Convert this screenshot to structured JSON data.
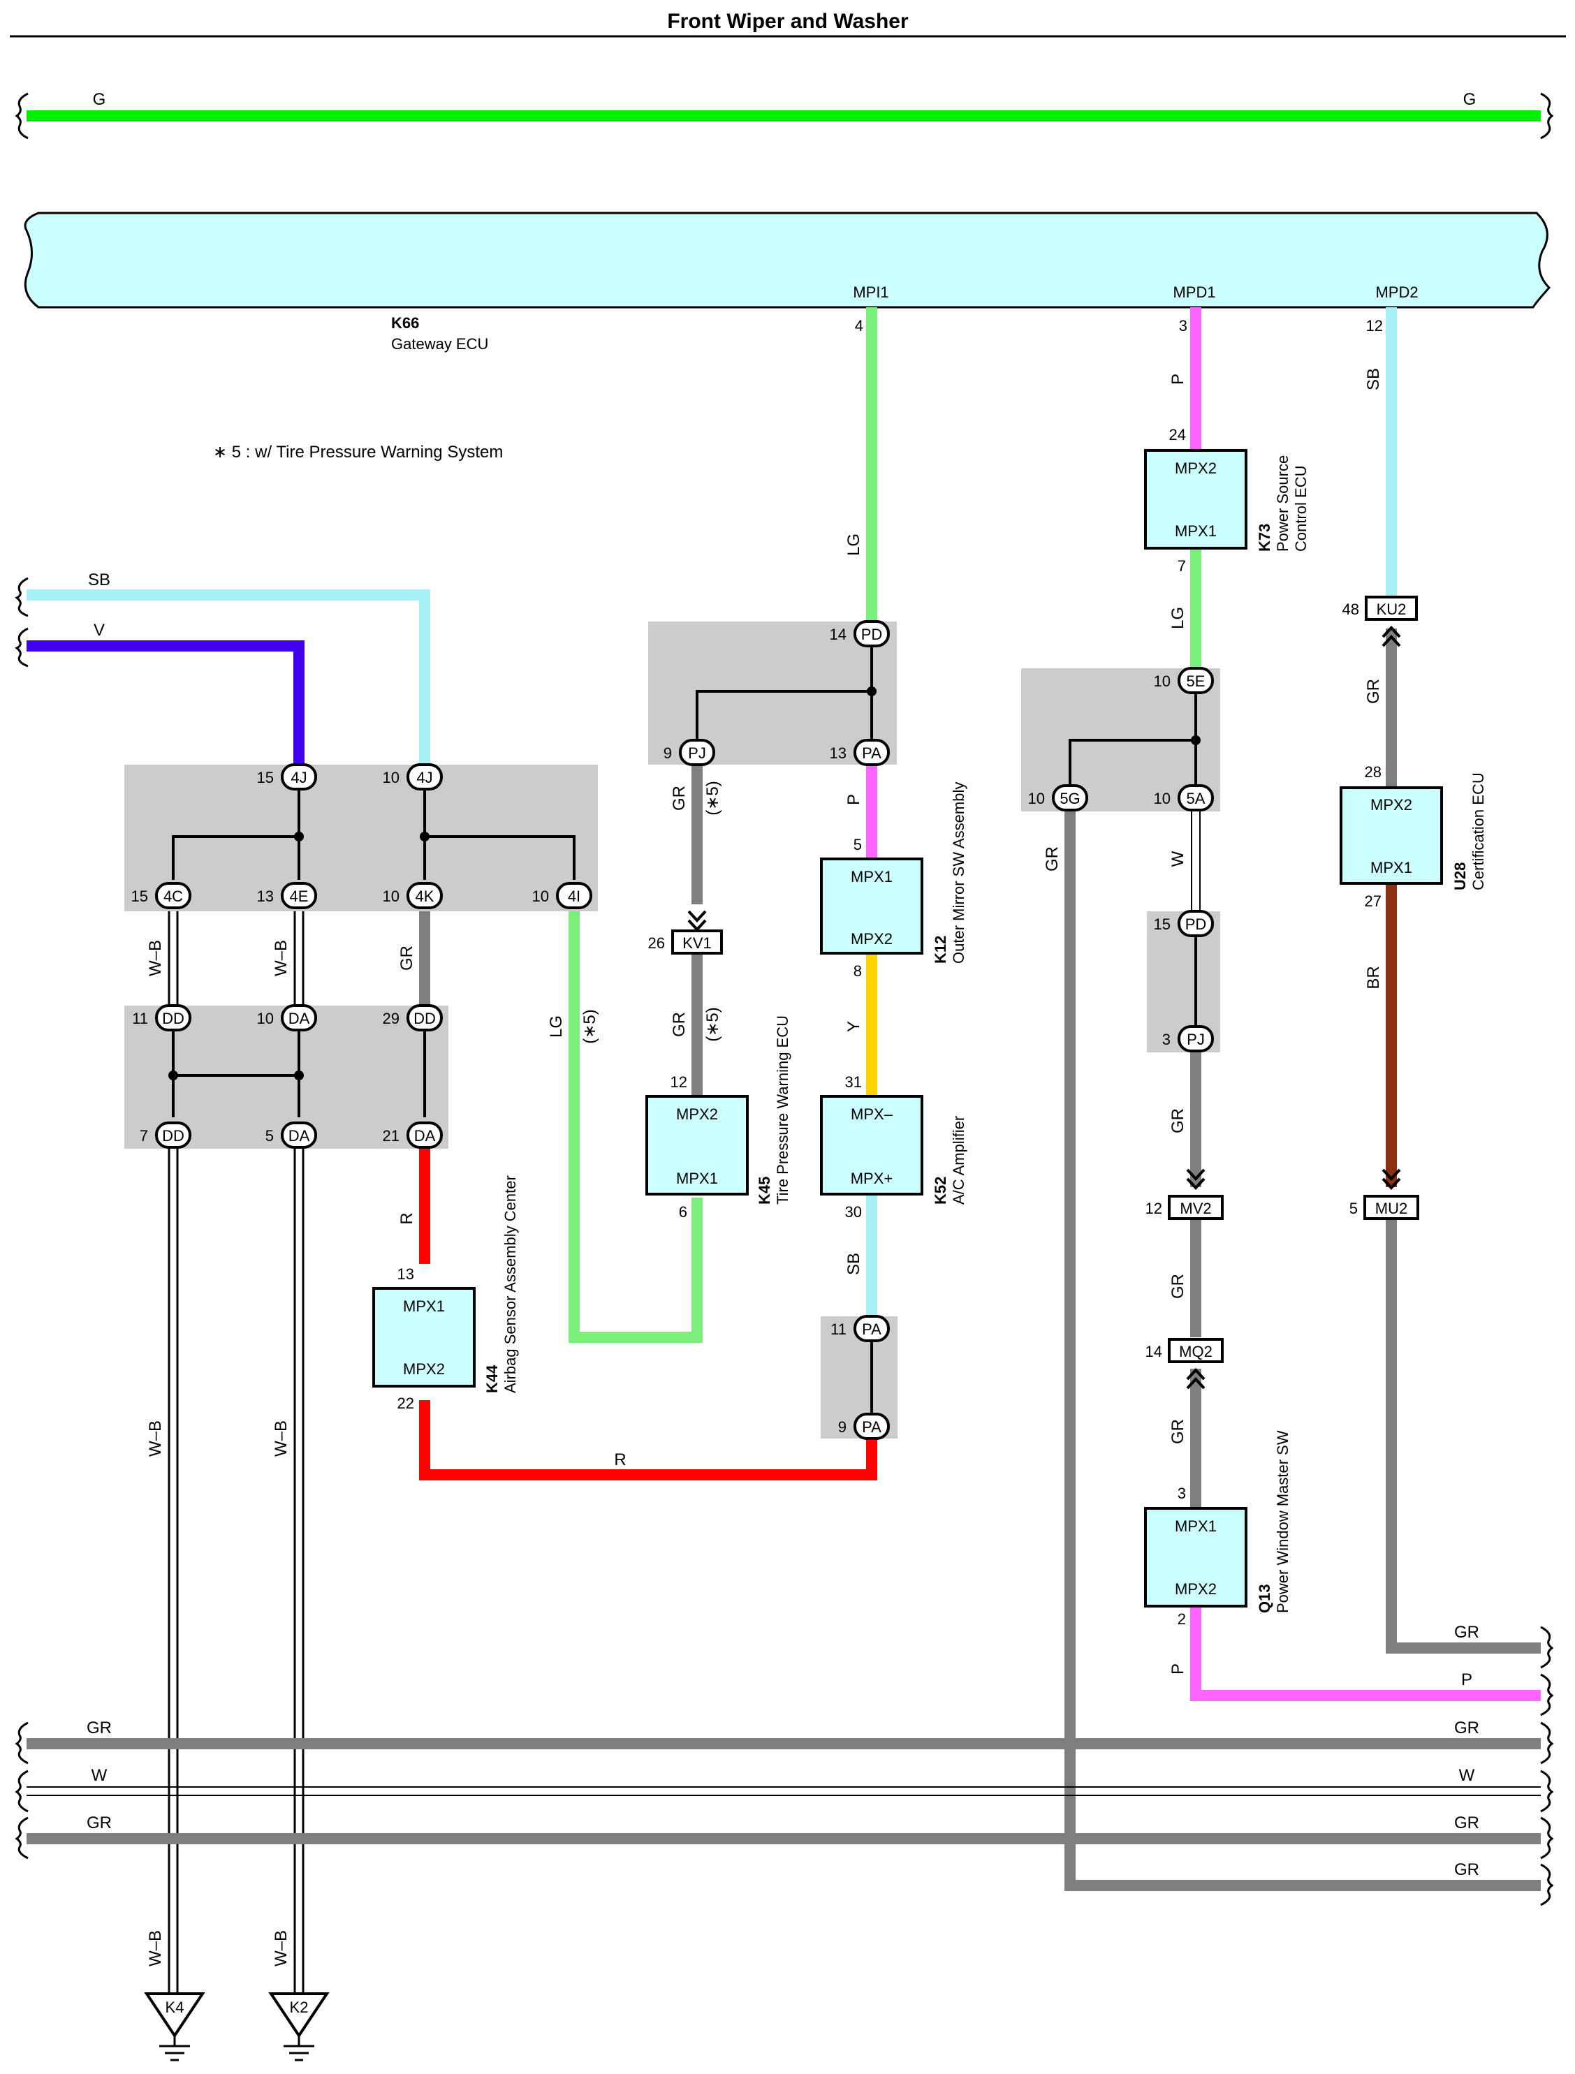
{
  "title": "Front Wiper and Washer",
  "note": "∗ 5 : w/ Tire Pressure Warning System",
  "gateway": {
    "code": "K66",
    "name": "Gateway ECU",
    "terminals": [
      "MPI1",
      "MPD1",
      "MPD2"
    ]
  },
  "colors": {
    "G": "#00ee00",
    "LG": "#7af07a",
    "SB": "#a8f0f8",
    "V": "#4000ee",
    "GR": "#7f7f7f",
    "P": "#ff66ff",
    "Y": "#ffd400",
    "R": "#ff0000",
    "BR": "#8b3010",
    "W": "#ffffff",
    "ecu_fill": "#ccffff",
    "junction_fill": "#cccccc"
  },
  "wires": {
    "top_g_left": "G",
    "top_g_right": "G",
    "sb_left": "SB",
    "v_left": "V",
    "w_b_1": "W–B",
    "w_b_2": "W–B",
    "gr_4k": "GR",
    "w_b_3": "W–B",
    "w_b_4": "W–B",
    "w_b_5": "W–B",
    "w_b_6": "W–B",
    "lg_4i": "LG",
    "lg_4i_opt": "(∗5)",
    "r_da": "R",
    "r_bottom": "R",
    "lg_mpi1": "LG",
    "gr_pj": "GR",
    "gr_pj_opt": "(∗5)",
    "gr_kv1": "GR",
    "gr_kv1_opt": "(∗5)",
    "p_pa": "P",
    "y_k12": "Y",
    "sb_k52": "SB",
    "p_mpd1": "P",
    "lg_k73": "LG",
    "w_5a": "W",
    "gr_5g": "GR",
    "gr_pj2": "GR",
    "gr_mv2": "GR",
    "gr_mq2": "GR",
    "p_q13": "P",
    "sb_mpd2": "SB",
    "gr_ku2": "GR",
    "br_u28": "BR",
    "right_gr": "GR",
    "right_p": "P",
    "bus_gr1_l": "GR",
    "bus_gr1_r": "GR",
    "bus_w_l": "W",
    "bus_w_r": "W",
    "bus_gr2_l": "GR",
    "bus_gr2_r": "GR",
    "bus_gr3_r": "GR"
  },
  "components": {
    "K73": {
      "code": "K73",
      "name1": "Power Source",
      "name2": "Control ECU",
      "t_top": "MPX2",
      "t_bot": "MPX1",
      "pin_top": "24",
      "pin_bot": "7"
    },
    "K12": {
      "code": "K12",
      "name": "Outer Mirror SW Assembly",
      "t_top": "MPX1",
      "t_bot": "MPX2",
      "pin_top": "5",
      "pin_bot": "8"
    },
    "K52": {
      "code": "K52",
      "name": "A/C Amplifier",
      "t_top": "MPX–",
      "t_bot": "MPX+",
      "pin_top": "31",
      "pin_bot": "30"
    },
    "K45": {
      "code": "K45",
      "name": "Tire Pressure Warning ECU",
      "t_top": "MPX2",
      "t_bot": "MPX1",
      "pin_top": "12",
      "pin_bot": "6"
    },
    "K44": {
      "code": "K44",
      "name": "Airbag Sensor Assembly Center",
      "t_top": "MPX1",
      "t_bot": "MPX2",
      "pin_top": "13",
      "pin_bot": "22"
    },
    "U28": {
      "code": "U28",
      "name": "Certification ECU",
      "t_top": "MPX2",
      "t_bot": "MPX1",
      "pin_top": "28",
      "pin_bot": "27"
    },
    "Q13": {
      "code": "Q13",
      "name": "Power Window Master SW",
      "t_top": "MPX1",
      "t_bot": "MPX2",
      "pin_top": "3",
      "pin_bot": "2"
    }
  },
  "gateway_pins": {
    "mpi1": "4",
    "mpd1": "3",
    "mpd2": "12"
  },
  "connectors": {
    "c4J_a": {
      "label": "4J",
      "pin": "15"
    },
    "c4J_b": {
      "label": "4J",
      "pin": "10"
    },
    "c4C": {
      "label": "4C",
      "pin": "15"
    },
    "c4E": {
      "label": "4E",
      "pin": "13"
    },
    "c4K": {
      "label": "4K",
      "pin": "10"
    },
    "c4I": {
      "label": "4I",
      "pin": "10"
    },
    "cDD_a": {
      "label": "DD",
      "pin": "11"
    },
    "cDA_a": {
      "label": "DA",
      "pin": "10"
    },
    "cDD_b": {
      "label": "DD",
      "pin": "29"
    },
    "cDD_c": {
      "label": "DD",
      "pin": "7"
    },
    "cDA_b": {
      "label": "DA",
      "pin": "5"
    },
    "cDA_c": {
      "label": "DA",
      "pin": "21"
    },
    "cPD_a": {
      "label": "PD",
      "pin": "14"
    },
    "cPJ_a": {
      "label": "PJ",
      "pin": "9"
    },
    "cPA_a": {
      "label": "PA",
      "pin": "13"
    },
    "cKV1": {
      "label": "KV1",
      "pin": "26"
    },
    "cPA_b": {
      "label": "PA",
      "pin": "11"
    },
    "cPA_c": {
      "label": "PA",
      "pin": "9"
    },
    "c5E": {
      "label": "5E",
      "pin": "10"
    },
    "c5G": {
      "label": "5G",
      "pin": "10"
    },
    "c5A": {
      "label": "5A",
      "pin": "10"
    },
    "cPD_b": {
      "label": "PD",
      "pin": "15"
    },
    "cPJ_b": {
      "label": "PJ",
      "pin": "3"
    },
    "cMV2": {
      "label": "MV2",
      "pin": "12"
    },
    "cMQ2": {
      "label": "MQ2",
      "pin": "14"
    },
    "cKU2": {
      "label": "KU2",
      "pin": "48"
    },
    "cMU2": {
      "label": "MU2",
      "pin": "5"
    }
  },
  "grounds": {
    "g1": "K4",
    "g2": "K2"
  }
}
